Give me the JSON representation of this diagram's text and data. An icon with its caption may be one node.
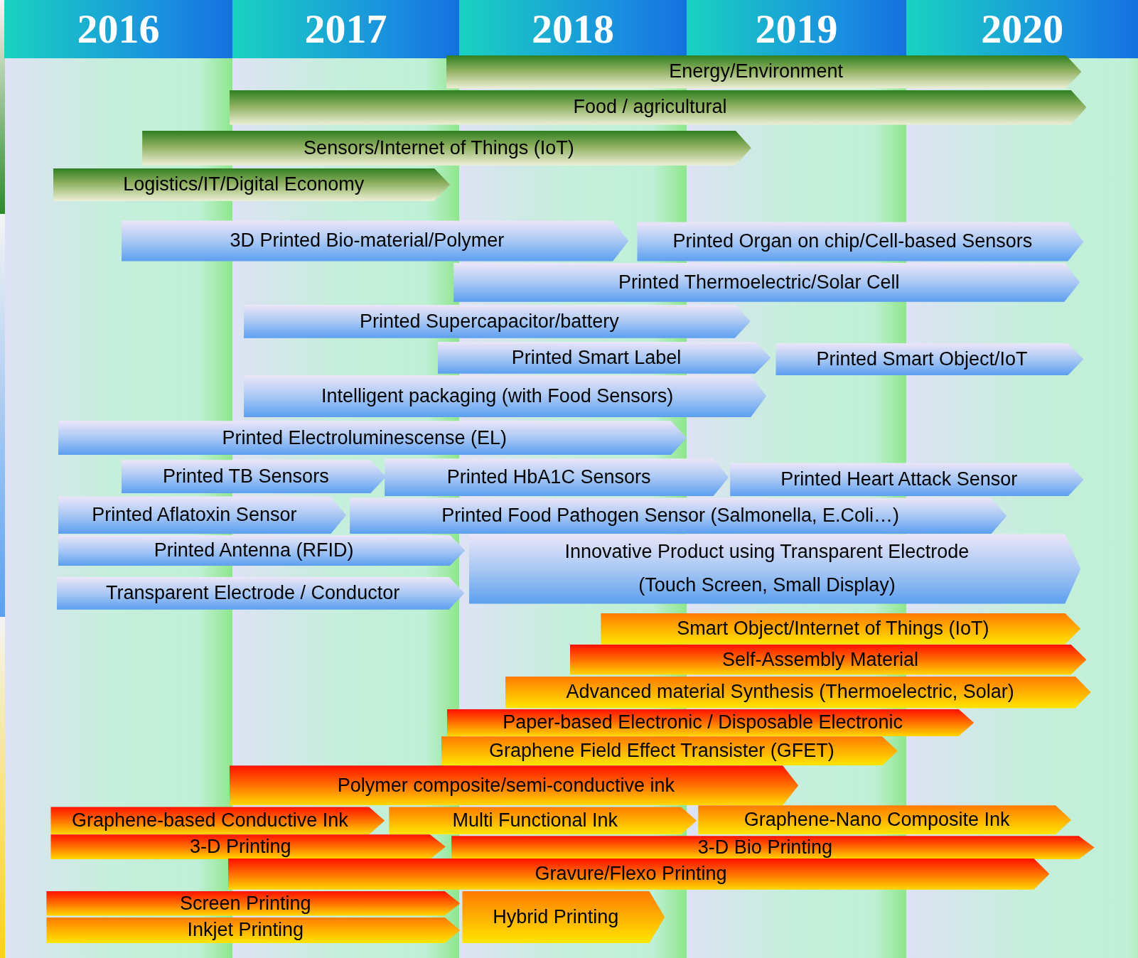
{
  "diagram": {
    "nodes": [
      {
        "text": [
          "2016"
        ]
      },
      {
        "text": [
          "2017"
        ]
      },
      {
        "text": [
          "2018"
        ]
      },
      {
        "text": [
          "2019"
        ]
      },
      {
        "text": [
          "2020"
        ]
      },
      {
        "text": [
          "Energy/Environment"
        ]
      },
      {
        "text": [
          "Food / agricultural"
        ]
      },
      {
        "text": [
          "Sensors/Internet of Things  (IoT)"
        ]
      },
      {
        "text": [
          "Logistics/IT/Digital Economy"
        ]
      },
      {
        "text": [
          "3D Printed Bio-material/Polymer"
        ]
      },
      {
        "text": [
          "Printed Organ on chip/Cell-based Sensors"
        ]
      },
      {
        "text": [
          "Printed Thermoelectric/Solar Cell"
        ]
      },
      {
        "text": [
          "Printed Supercapacitor/battery"
        ]
      },
      {
        "text": [
          "Printed Smart Label"
        ]
      },
      {
        "text": [
          "Printed Smart Object/IoT"
        ]
      },
      {
        "text": [
          "Intelligent packaging (with Food Sensors)"
        ]
      },
      {
        "text": [
          "Printed Electroluminescense (EL)"
        ]
      },
      {
        "text": [
          "Printed TB Sensors"
        ]
      },
      {
        "text": [
          "Printed HbA1C Sensors"
        ]
      },
      {
        "text": [
          "Printed Heart Attack Sensor"
        ]
      },
      {
        "text": [
          "Printed Aflatoxin Sensor"
        ]
      },
      {
        "text": [
          "Printed Food Pathogen Sensor (Salmonella, E.Coli…)"
        ]
      },
      {
        "text": [
          "Printed Antenna (RFID)"
        ]
      },
      {
        "text": [
          "Innovative Product using Transparent Electrode (Touch Screen, Small Display)"
        ]
      },
      {
        "text": [
          "Transparent Electrode / Conductor"
        ]
      },
      {
        "text": [
          "Smart Object/Internet of Things (IoT)"
        ]
      },
      {
        "text": [
          "Self-Assembly Material"
        ]
      },
      {
        "text": [
          "Advanced material Synthesis (Thermoelectric, Solar)"
        ]
      },
      {
        "text": [
          "Paper-based Electronic / Disposable Electronic"
        ]
      },
      {
        "text": [
          "Graphene Field Effect Transister (GFET)"
        ]
      },
      {
        "text": [
          "Polymer composite/semi-conductive ink"
        ]
      },
      {
        "text": [
          "Graphene-based Conductive Ink"
        ]
      },
      {
        "text": [
          "Multi Functional Ink"
        ]
      },
      {
        "text": [
          "Graphene-Nano Composite Ink"
        ]
      },
      {
        "text": [
          "3-D Printing"
        ]
      },
      {
        "text": [
          "3-D Bio Printing"
        ]
      },
      {
        "text": [
          "Gravure/Flexo Printing"
        ]
      },
      {
        "text": [
          "Screen Printing"
        ]
      },
      {
        "text": [
          "Inkjet Printing"
        ]
      },
      {
        "text": [
          "Hybrid Printing"
        ]
      }
    ]
  }
}
